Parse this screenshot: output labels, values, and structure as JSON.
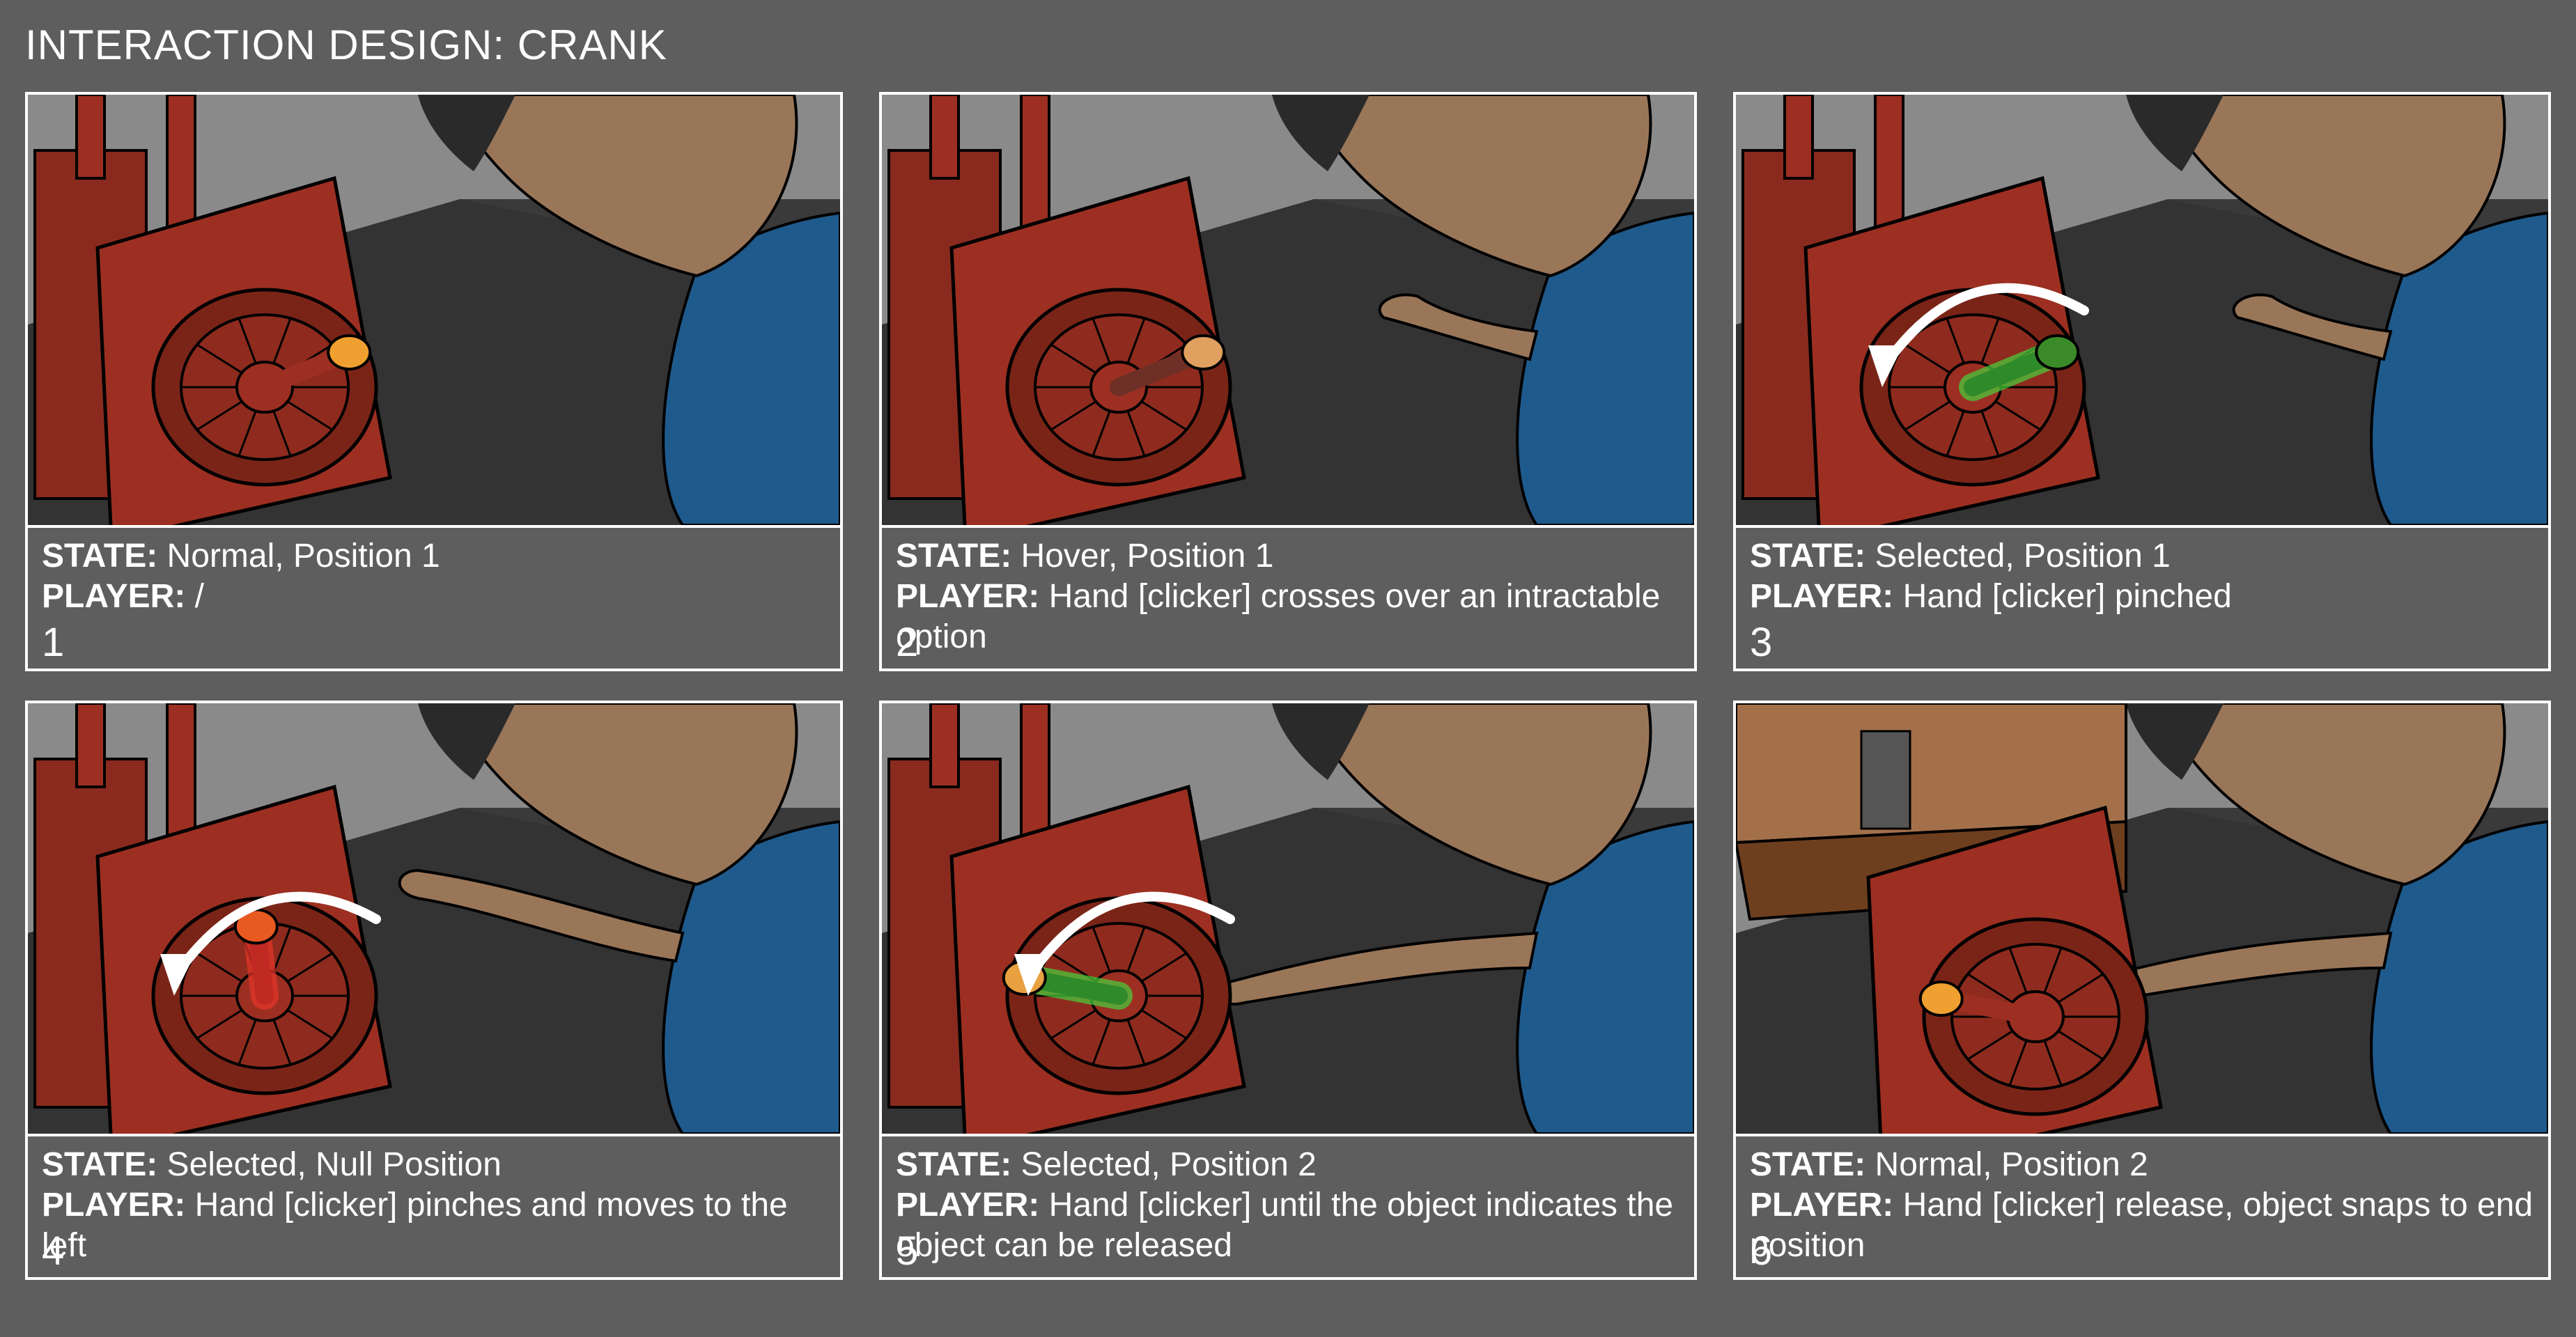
{
  "title": "INTERACTION DESIGN: CRANK",
  "panels": [
    {
      "number": "1",
      "state_label": "STATE:",
      "state": "Normal, Position 1",
      "player_label": "PLAYER:",
      "player": "/"
    },
    {
      "number": "2",
      "state_label": "STATE:",
      "state": "Hover, Position 1",
      "player_label": "PLAYER:",
      "player": "Hand [clicker] crosses over an intractable option"
    },
    {
      "number": "3",
      "state_label": "STATE:",
      "state": "Selected, Position 1",
      "player_label": "PLAYER:",
      "player": "Hand [clicker] pinched"
    },
    {
      "number": "4",
      "state_label": "STATE:",
      "state": "Selected, Null Position",
      "player_label": "PLAYER:",
      "player": "Hand [clicker] pinches and moves to the left"
    },
    {
      "number": "5",
      "state_label": "STATE:",
      "state": "Selected, Position 2",
      "player_label": "PLAYER:",
      "player": "Hand [clicker] until the object indicates the object can be released"
    },
    {
      "number": "6",
      "state_label": "STATE:",
      "state": "Normal, Position 2",
      "player_label": "PLAYER:",
      "player": "Hand [clicker] release, object snaps to end position"
    }
  ],
  "colors": {
    "background": "#5e5e5e",
    "machine": "#9c2f22",
    "hover_handle": "#6e3026",
    "highlight_green": "#46d23c",
    "highlight_red": "#e8362a",
    "shirt": "#1f5a8c",
    "skin": "#9a7659"
  }
}
